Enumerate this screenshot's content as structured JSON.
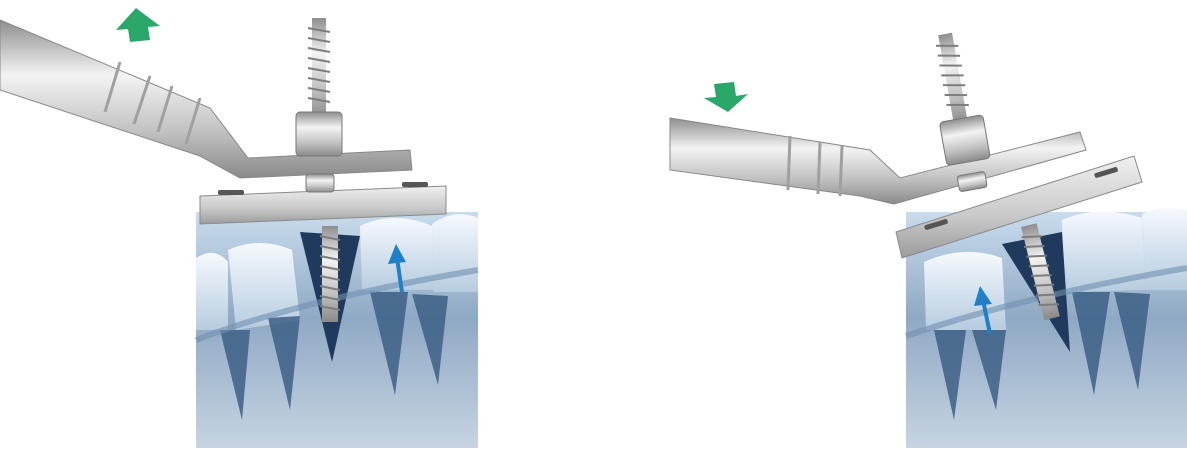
{
  "figure": {
    "panels": [
      {
        "id": "left",
        "handle_motion": "up",
        "tooth_motion": "up"
      },
      {
        "id": "right",
        "handle_motion": "down",
        "tooth_motion": "up"
      }
    ]
  },
  "colors": {
    "background": "#ffffff",
    "handle_arrow": "#2aa86a",
    "tooth_arrow": "#1f7fc7",
    "metal_light": "#e4e4e4",
    "metal_dark": "#9a9a9a",
    "jaw_blue": "#3d5f86",
    "tooth_white": "#e6eff7"
  },
  "icons": {
    "handle_arrow": "green-arrow-icon",
    "tooth_arrow": "blue-arrow-icon"
  }
}
